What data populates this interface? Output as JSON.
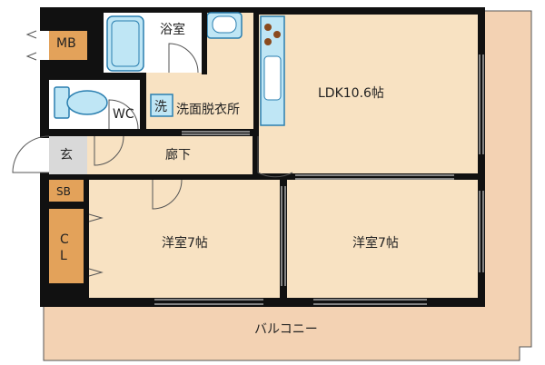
{
  "rooms": {
    "mb": "MB",
    "bath": "浴室",
    "wc": "WC",
    "washer_mark": "洗",
    "dressing": "洗面脱衣所",
    "ldk": "LDK10.6帖",
    "entrance": "玄",
    "hallway": "廊下",
    "sb": "SB",
    "cl_top": "C",
    "cl_bottom": "L",
    "western1": "洋室7帖",
    "western2": "洋室7帖",
    "balcony": "バルコニー"
  },
  "colors": {
    "wall": "#111111",
    "floor": "#f8e2c2",
    "balcony": "#f3d2b3",
    "storage": "#e3a25a",
    "fixture": "#bfe6f5",
    "fixture_stroke": "#2a7fb0",
    "tile": "#d9d9d9",
    "window": "#a9a9a9"
  }
}
